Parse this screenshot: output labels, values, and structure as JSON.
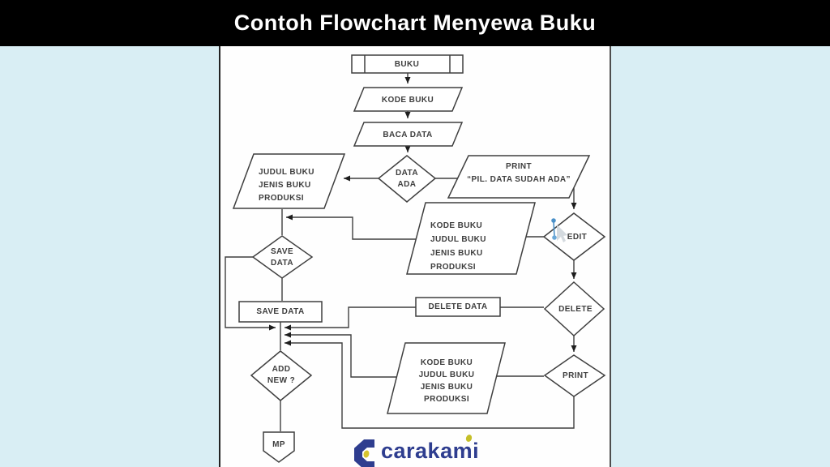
{
  "header": {
    "title": "Contoh Flowchart Menyewa Buku"
  },
  "flowchart": {
    "nodes": {
      "buku": {
        "type": "predefined-process",
        "label": "BUKU"
      },
      "kode_buku": {
        "type": "input-output",
        "label": "KODE BUKU"
      },
      "baca_data": {
        "type": "input-output",
        "label": "BACA DATA"
      },
      "data_ada": {
        "type": "decision",
        "lines": [
          "DATA",
          "ADA"
        ]
      },
      "judul_buku": {
        "type": "input-output",
        "lines": [
          "JUDUL BUKU",
          "JENIS BUKU",
          "PRODUKSI"
        ]
      },
      "print_pil": {
        "type": "input-output",
        "lines": [
          "PRINT",
          "“PIL. DATA SUDAH ADA”"
        ]
      },
      "kode_edit": {
        "type": "input-output",
        "lines": [
          "KODE BUKU",
          "JUDUL BUKU",
          "JENIS BUKU",
          "PRODUKSI"
        ]
      },
      "edit": {
        "type": "decision",
        "label": "EDIT"
      },
      "save_check": {
        "type": "decision",
        "lines": [
          "SAVE",
          "DATA"
        ]
      },
      "save_data": {
        "type": "process",
        "label": "SAVE DATA"
      },
      "delete_data": {
        "type": "process",
        "label": "DELETE DATA"
      },
      "delete": {
        "type": "decision",
        "label": "DELETE"
      },
      "kode_print": {
        "type": "input-output",
        "lines": [
          "KODE BUKU",
          "JUDUL BUKU",
          "JENIS BUKU",
          "PRODUKSI"
        ]
      },
      "print": {
        "type": "decision",
        "label": "PRINT"
      },
      "add_new": {
        "type": "decision",
        "lines": [
          "ADD",
          "NEW ?"
        ]
      },
      "mp": {
        "type": "off-page-connector",
        "label": "MP"
      }
    }
  },
  "logo": {
    "text": "carakami"
  },
  "colors": {
    "header_bg": "#000000",
    "page_bg": "#d9eef4",
    "panel_bg": "#fefefe",
    "stroke": "#3f3f3f",
    "handle_blue": "#4a90c8",
    "logo_navy": "#2e3d8f",
    "logo_yellow": "#c5bf28"
  }
}
